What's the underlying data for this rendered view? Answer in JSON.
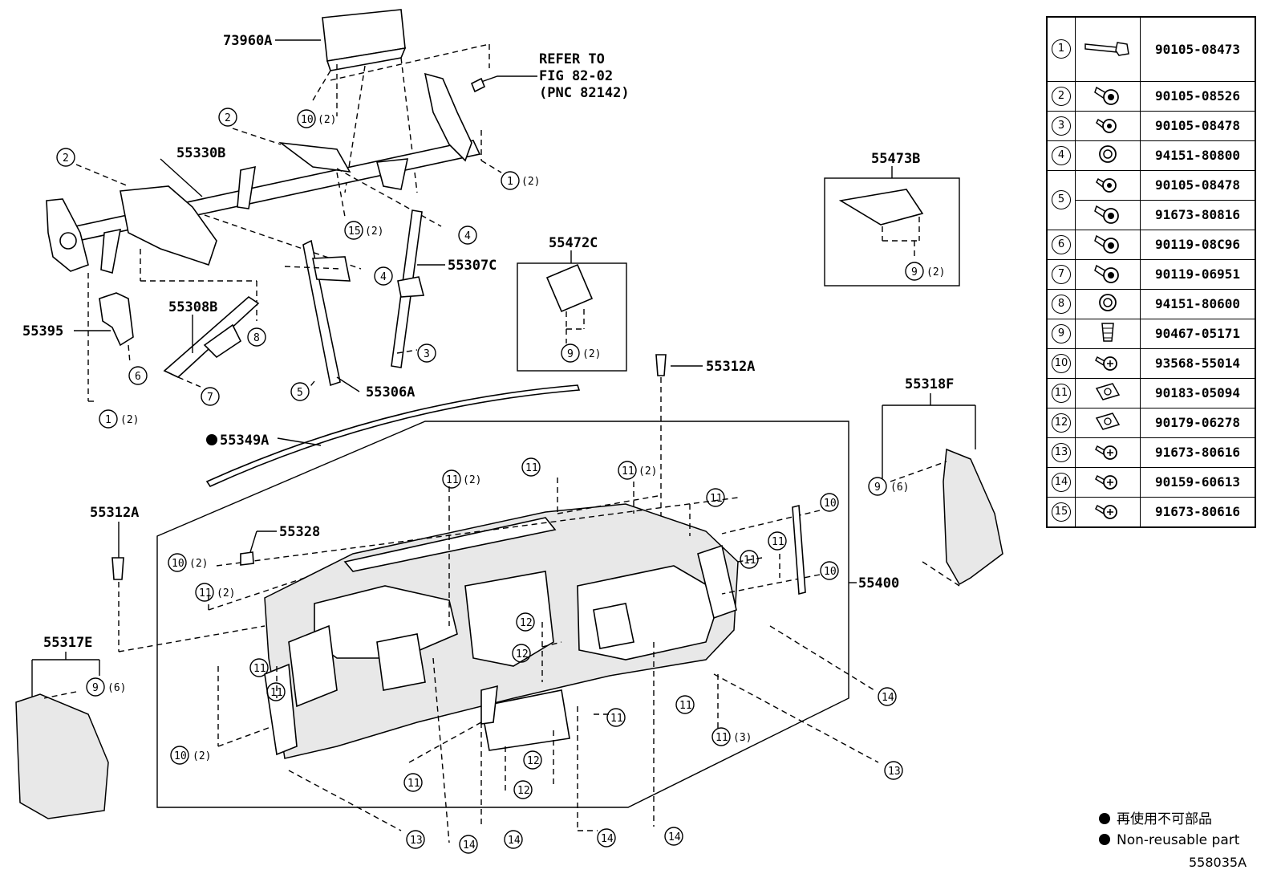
{
  "callouts": {
    "p73960A": "73960A",
    "p55330B": "55330B",
    "p55395": "55395",
    "p55308B": "55308B",
    "p55306A": "55306A",
    "p55307C": "55307C",
    "p55472C": "55472C",
    "p55473B": "55473B",
    "p55312A_top": "55312A",
    "p55312A_left": "55312A",
    "p55349A": "55349A",
    "p55318F": "55318F",
    "p55328": "55328",
    "p55400": "55400",
    "p55317E": "55317E"
  },
  "refer": {
    "line1": "REFER TO",
    "line2": "FIG 82-02",
    "line3": "(PNC 82142)"
  },
  "quantities": {
    "q2": "(2)",
    "q3": "(3)",
    "q6": "(6)"
  },
  "fasteners": [
    {
      "num": "1",
      "icon": "long-bolt-icon",
      "part": "90105-08473"
    },
    {
      "num": "2",
      "icon": "bolt-icon",
      "part": "90105-08526"
    },
    {
      "num": "3",
      "icon": "short-bolt-icon",
      "part": "90105-08478"
    },
    {
      "num": "4",
      "icon": "nut-icon",
      "part": "94151-80800"
    },
    {
      "num": "5",
      "icon": "short-bolt-icon",
      "part": "90105-08478"
    },
    {
      "num": "5",
      "icon": "bolt-icon",
      "part": "91673-80816"
    },
    {
      "num": "6",
      "icon": "bolt-icon",
      "part": "90119-08C96"
    },
    {
      "num": "7",
      "icon": "bolt-icon",
      "part": "90119-06951"
    },
    {
      "num": "8",
      "icon": "nut-icon",
      "part": "94151-80600"
    },
    {
      "num": "9",
      "icon": "clip-icon",
      "part": "90467-05171"
    },
    {
      "num": "10",
      "icon": "screw-icon",
      "part": "93568-55014"
    },
    {
      "num": "11",
      "icon": "u-nut-icon",
      "part": "90183-05094"
    },
    {
      "num": "12",
      "icon": "u-nut-icon",
      "part": "90179-06278"
    },
    {
      "num": "13",
      "icon": "screw-icon",
      "part": "91673-80616"
    },
    {
      "num": "14",
      "icon": "screw-icon",
      "part": "90159-60613"
    },
    {
      "num": "15",
      "icon": "screw-icon",
      "part": "91673-80616"
    }
  ],
  "legend": {
    "jp": "再使用不可部品",
    "en": "Non-reusable part"
  },
  "figure_code": "558035A"
}
